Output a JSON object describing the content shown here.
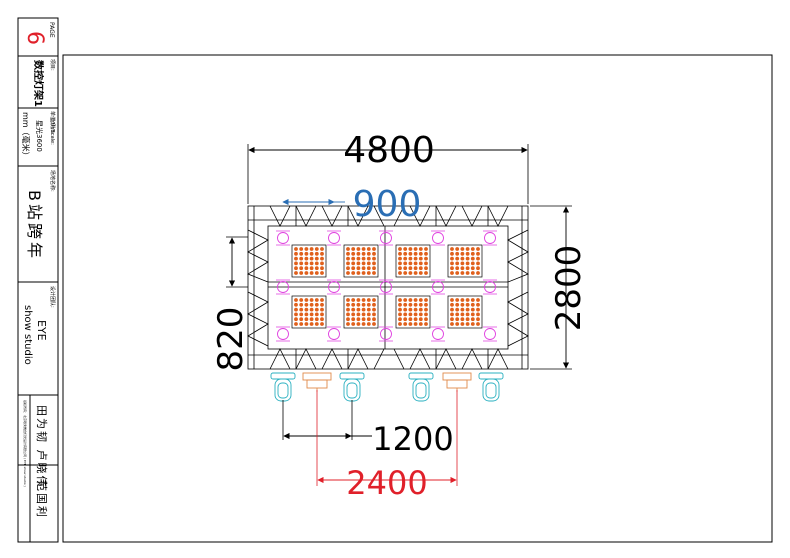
{
  "title_block": {
    "page_label": "PAGE",
    "page_number": "6",
    "project_caption": "项目:",
    "project_name": "数控灯架1",
    "unit_caption": "单位/Unit:",
    "unit_value": "mm（毫米）",
    "scale_caption": "比例/Scale:",
    "scale_value": "星光3600",
    "venue_caption": "场地名称:",
    "venue_value": "B站跨年",
    "design_caption": "设计团队:",
    "studio_line1": "EYE",
    "studio_line2": "show studio",
    "designers": "田为韧 卢晓伟",
    "approver": "范国利",
    "copyright": "版权所有：北京眼秀舞台灯光设计有限公司 ( EYE show studio )"
  },
  "dimensions": {
    "overall_width": "4800",
    "overall_depth": "2800",
    "bay_width": "900",
    "offset_depth": "820",
    "mover_spacing": "1200",
    "beam_spacing": "2400"
  },
  "colors": {
    "ink": "#000000",
    "blue_dim": "#2a6eb4",
    "red_dim": "#e0202a",
    "fixture_outline": "#e040e0",
    "led_dots": "#e0601c",
    "cyan_fixtures": "#2ab0c0",
    "orange_fixtures": "#e08a4a"
  }
}
